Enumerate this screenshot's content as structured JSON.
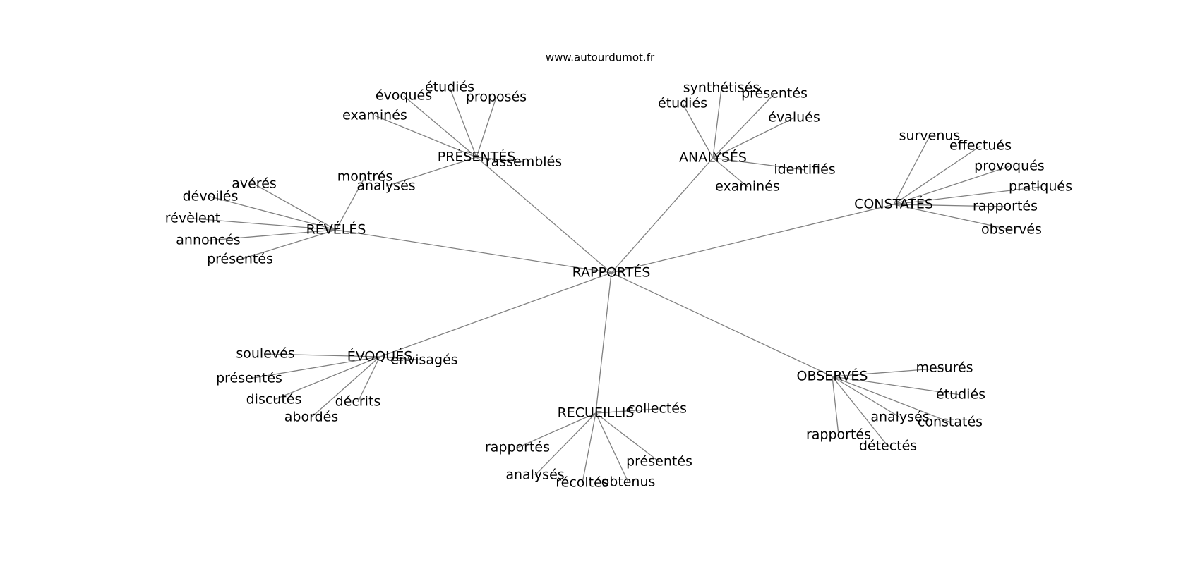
{
  "watermark": "www.autourdumot.fr",
  "center": "RAPPORTÉS",
  "colors": {
    "edge": "#808080",
    "text": "#000000",
    "background": "#ffffff"
  },
  "clusters": [
    {
      "hub": "PRÉSENTÉS",
      "words": [
        "étudiés",
        "évoqués",
        "proposés",
        "examinés",
        "rassemblés",
        "analysés"
      ]
    },
    {
      "hub": "ANALYSÉS",
      "words": [
        "synthétisés",
        "présentés",
        "étudiés",
        "évalués",
        "identifiés",
        "examinés"
      ]
    },
    {
      "hub": "CONSTATÉS",
      "words": [
        "survenus",
        "effectués",
        "provoqués",
        "pratiqués",
        "rapportés",
        "observés"
      ]
    },
    {
      "hub": "RÉVÉLÉS",
      "words": [
        "avérés",
        "dévoilés",
        "révèlent",
        "annoncés",
        "présentés",
        "montrés"
      ]
    },
    {
      "hub": "ÉVOQUÉS",
      "words": [
        "soulevés",
        "envisagés",
        "présentés",
        "discutés",
        "décrits",
        "abordés"
      ]
    },
    {
      "hub": "RECUEILLIS",
      "words": [
        "collectés",
        "rapportés",
        "présentés",
        "analysés",
        "récoltés",
        "obtenus"
      ]
    },
    {
      "hub": "OBSERVÉS",
      "words": [
        "mesurés",
        "étudiés",
        "analysés",
        "constatés",
        "rapportés",
        "détectés"
      ]
    }
  ]
}
